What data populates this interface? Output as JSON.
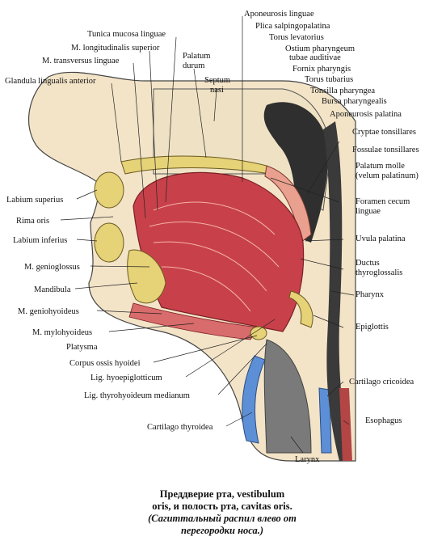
{
  "labels_left": [
    "Glandula lingualis anterior",
    "Labium superius",
    "Rima oris",
    "Labium inferius",
    "M. genioglossus",
    "Mandibula",
    "M. geniohyoideus",
    "M. mylohyoideus",
    "Platysma",
    "Corpus ossis hyoidei",
    "Lig. hyoepiglotticum",
    "Lig. thyrohyoideum medianum",
    "Cartilago thyroidea"
  ],
  "labels_top": [
    "Tunica mucosa linguae",
    "M. longitudinalis superior",
    "M. transversus linguae",
    "Palatum",
    "durum",
    "Septum",
    "nasi"
  ],
  "labels_right": [
    "Aponeurosis linguae",
    "Plica salpingopalatina",
    "Torus levatorius",
    "Ostium pharyngeum",
    "tubae auditivae",
    "Fornix pharyngis",
    "Torus tubarius",
    "Tonsilla pharyngea",
    "Bursa pharyngealis",
    "Aponeurosis palatina",
    "Cryptae tonsillares",
    "Fossulae tonsillares",
    "Palatum molle",
    "(velum palatinum)",
    "Foramen cecum",
    "linguae",
    "Uvula palatina",
    "Ductus",
    "thyroglossalis",
    "Pharynx",
    "Epiglottis",
    "Cartilago cricoidea",
    "Esophagus",
    "Larynx"
  ],
  "caption": {
    "line1": "Преддверие рта, vestibulum",
    "line2": "oris, и полость рта, cavitas oris.",
    "line3": "(Сагиттальный распил влево от",
    "line4": "перегородки носа.)"
  },
  "colors": {
    "muscle": "#c8414a",
    "muscle_light": "#e98d84",
    "bone": "#e6d277",
    "cartilage": "#5d8fd6",
    "mucosa": "#4a4a4a",
    "skin": "#f3e4c8"
  }
}
